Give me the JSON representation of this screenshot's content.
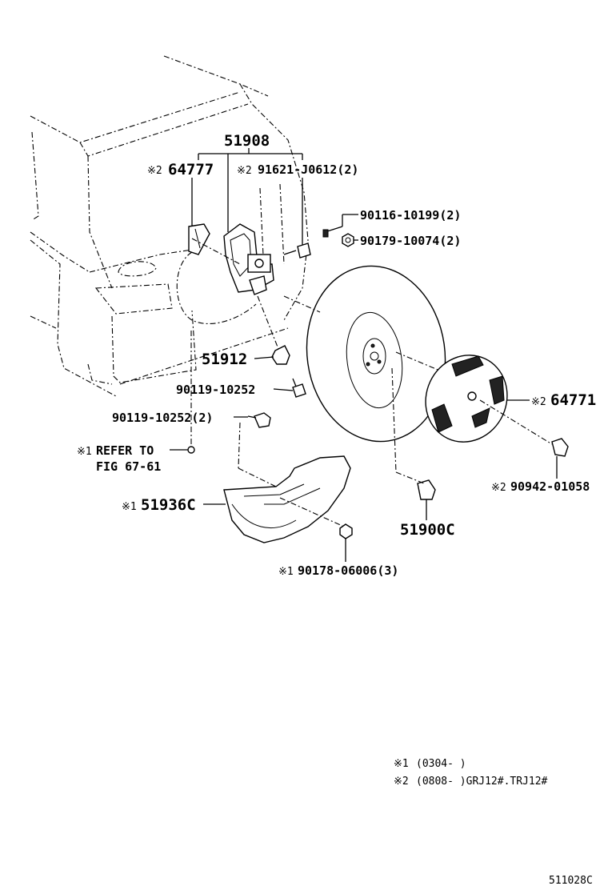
{
  "labels": {
    "p51908": "51908",
    "p64777": "64777",
    "p91621": "91621-J0612(2)",
    "p90116": "90116-10199(2)",
    "p90179": "90179-10074(2)",
    "p51912": "51912",
    "p90119a": "90119-10252",
    "p90119b": "90119-10252(2)",
    "p64771": "64771",
    "refer_line1": "REFER TO",
    "refer_line2": "FIG 67-61",
    "p51936c": "51936C",
    "p90942": "90942-01058",
    "p51900c": "51900C",
    "p90178": "90178-06006(3)"
  },
  "marks": {
    "m1": "※1",
    "m2": "※2"
  },
  "notes": {
    "note1_mark": "※1",
    "note1_text": "(0304-    )",
    "note2_mark": "※2",
    "note2_text": "(0808-    )GRJ12#.TRJ12#"
  },
  "diagram_code": "511028C"
}
